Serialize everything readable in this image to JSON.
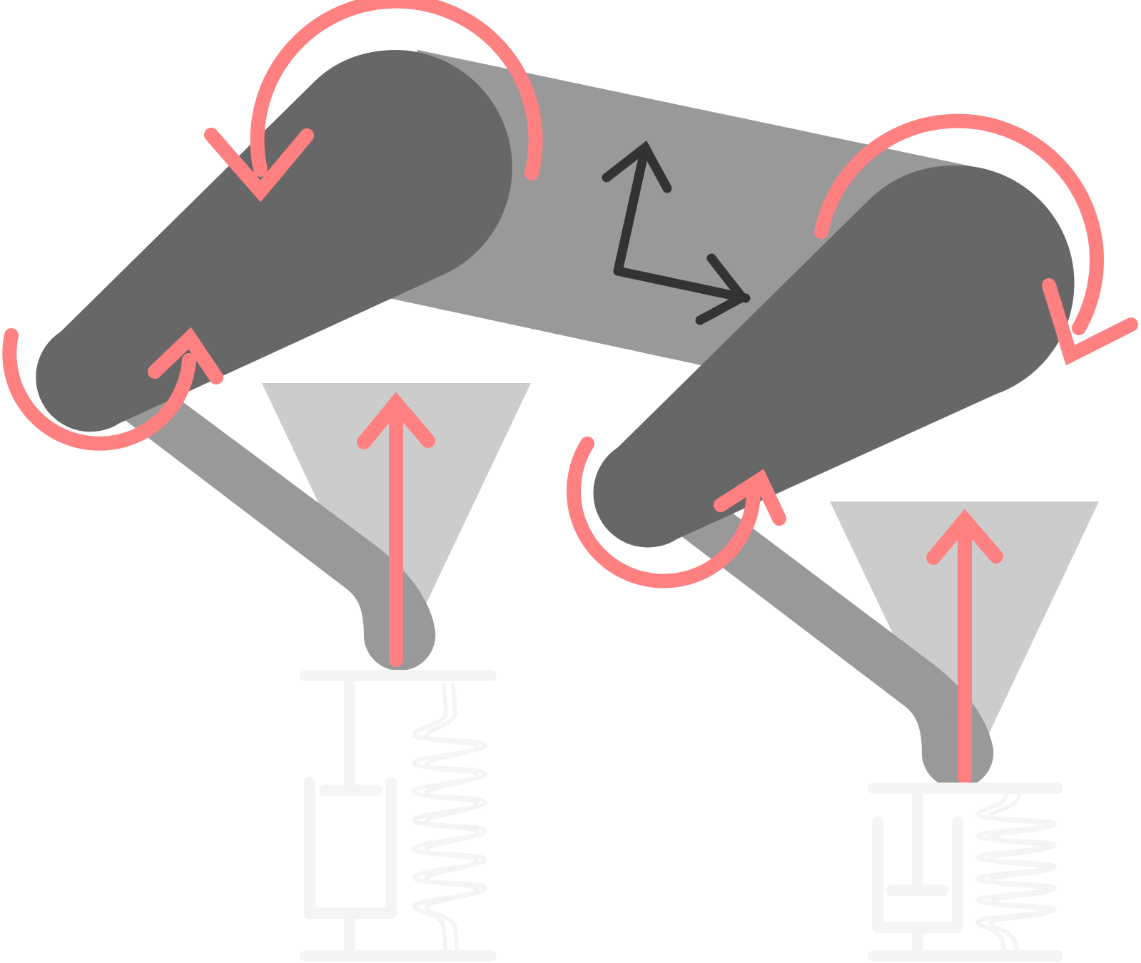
{
  "diagram": {
    "kind": "quadruped-robot-mechanics-schematic",
    "legs": [
      "front-leg",
      "rear-leg"
    ],
    "elements": {
      "body": "chassis-body",
      "frame": "body-frame-axes",
      "upper_links": "thigh-links",
      "lower_links": "shank-links",
      "contact": "foot-contact",
      "suspension": "spring-damper",
      "friction": "friction-cone",
      "forces": "ground-reaction-force",
      "torques": "joint-torque"
    }
  },
  "colors": {
    "background": "#ffffff",
    "body": "#999999",
    "upper_link": "#676767",
    "lower_link": "#999999",
    "friction_cone": "#cccccc",
    "force_arrow": "#ff8080",
    "torque_arrow": "#ff8080",
    "frame_axes": "#333333",
    "spring_damper": "#f4f4f4"
  }
}
